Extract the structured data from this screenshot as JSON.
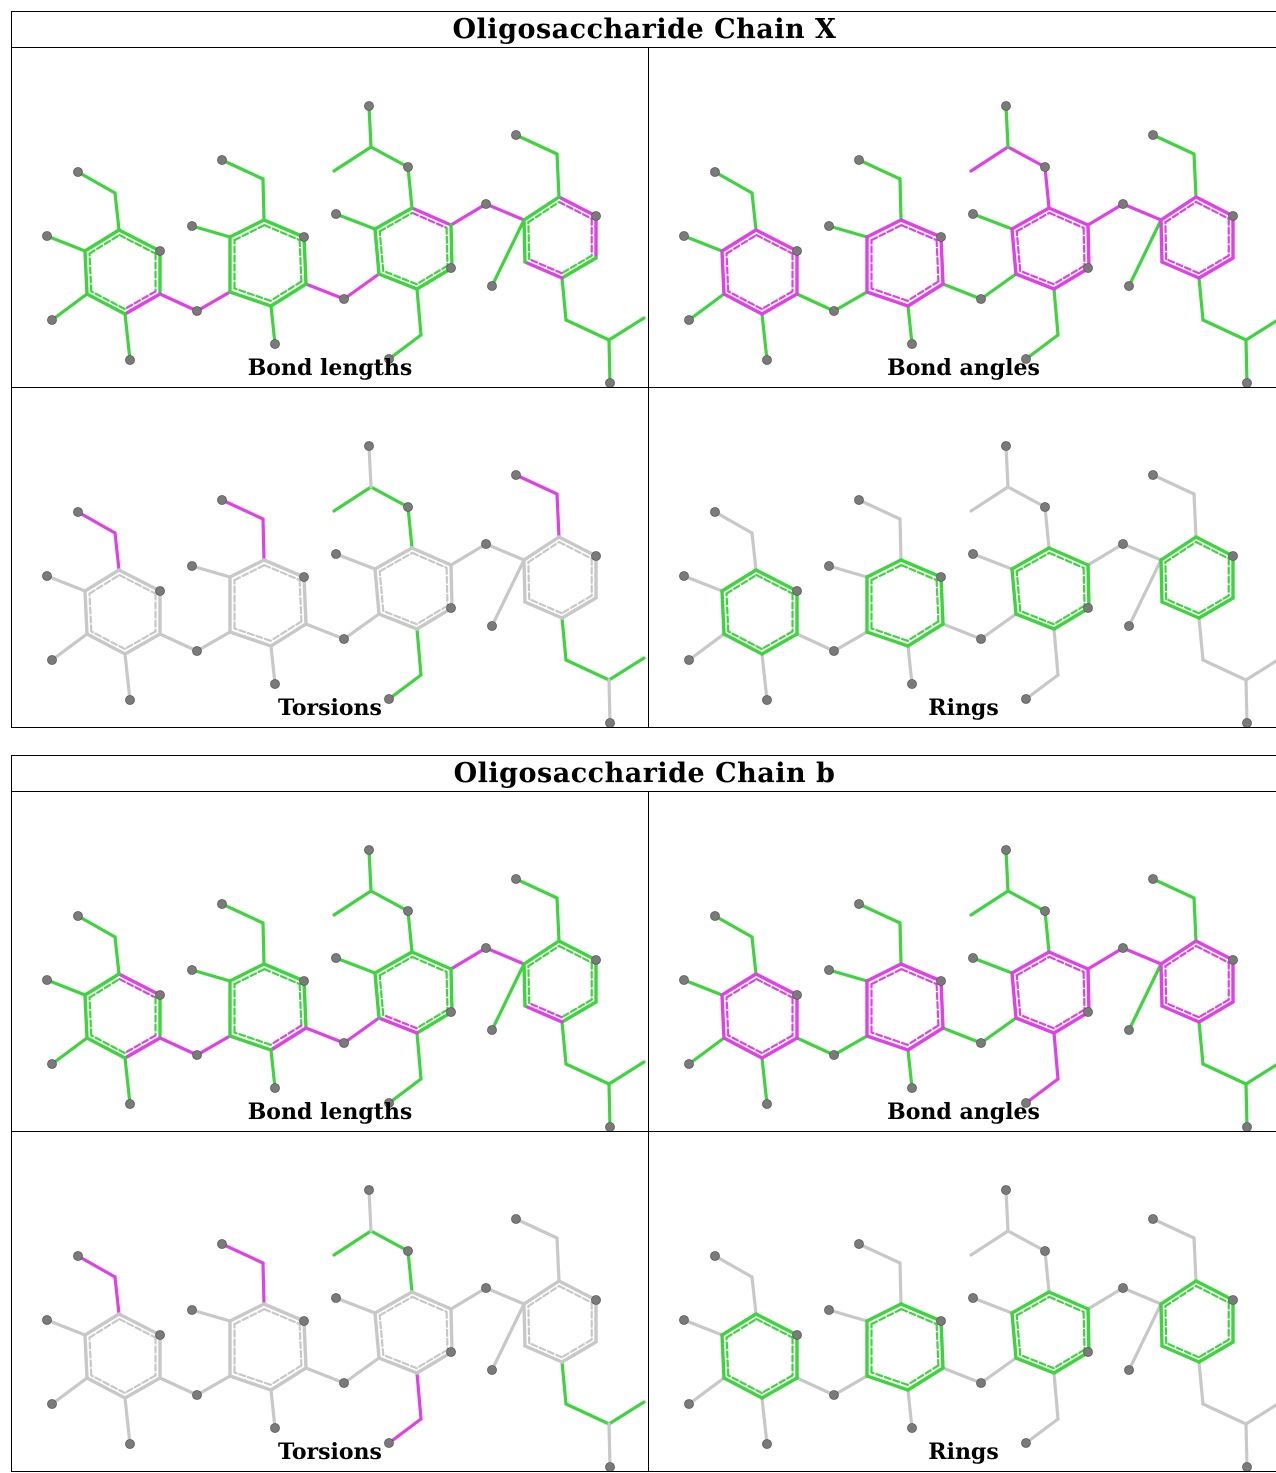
{
  "tables": [
    {
      "title": "Oligosaccharide Chain X",
      "panels": [
        {
          "caption": "Bond lengths",
          "mode": "lengths_x"
        },
        {
          "caption": "Bond angles",
          "mode": "angles_x"
        },
        {
          "caption": "Torsions",
          "mode": "torsions_x"
        },
        {
          "caption": "Rings",
          "mode": "rings"
        }
      ]
    },
    {
      "title": "Oligosaccharide Chain b",
      "panels": [
        {
          "caption": "Bond lengths",
          "mode": "lengths_b"
        },
        {
          "caption": "Bond angles",
          "mode": "angles_b"
        },
        {
          "caption": "Torsions",
          "mode": "torsions_b"
        },
        {
          "caption": "Rings",
          "mode": "rings"
        }
      ]
    }
  ],
  "colors": {
    "ok": "#3dd43d",
    "outlier": "#e040e8",
    "neutral": "#c8c8c8",
    "atom": "#7a7a7a"
  }
}
